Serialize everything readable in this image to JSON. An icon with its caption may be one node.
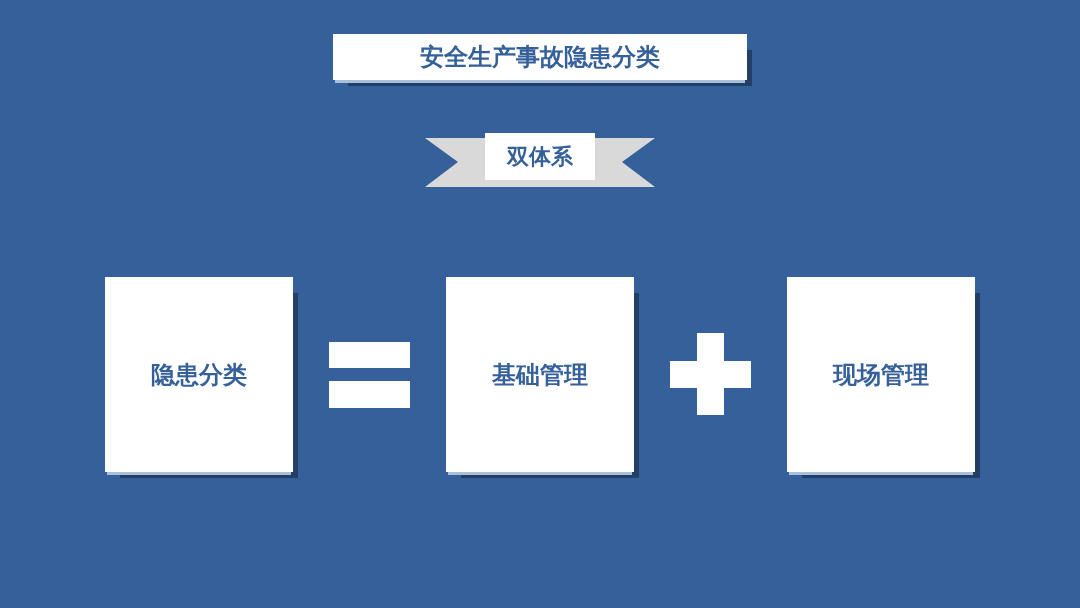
{
  "diagram": {
    "title": "安全生产事故隐患分类",
    "nodes": [
      {
        "text": [
          "双体系"
        ]
      },
      {
        "text": [
          "隐患分类"
        ]
      },
      {
        "text": [
          "基础管理"
        ]
      },
      {
        "text": [
          "现场管理"
        ]
      }
    ]
  }
}
